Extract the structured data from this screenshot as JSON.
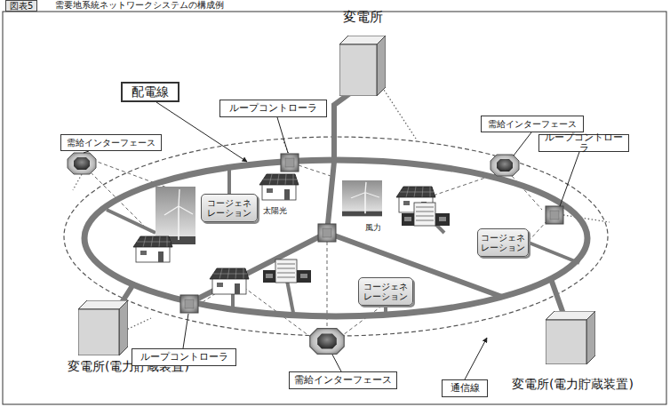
{
  "diagram": {
    "title": "需要地系統ネットワークシステムの構成例",
    "nodes": [
      {
        "text": [
          "変電所"
        ]
      },
      {
        "text": [
          "配電線"
        ]
      },
      {
        "text": [
          "ループコントローラ"
        ]
      },
      {
        "text": [
          "需給インターフェース"
        ]
      },
      {
        "text": [
          "需給インターフェース"
        ]
      },
      {
        "text": [
          "ループコントローラ"
        ]
      },
      {
        "text": [
          "コージェネ レーション"
        ]
      },
      {
        "text": [
          "コージェネ レーション"
        ]
      },
      {
        "text": [
          "コージェネ レーション"
        ]
      },
      {
        "text": [
          "変電所(電力貯蔵装置)"
        ]
      },
      {
        "text": [
          "ループコントローラ"
        ]
      },
      {
        "text": [
          "需給インターフェース"
        ]
      },
      {
        "text": [
          "通信線"
        ]
      },
      {
        "text": [
          "変電所(電力貯蔵装置)"
        ]
      }
    ],
    "labels": [
      "図表5",
      "太陽光",
      "風力"
    ]
  }
}
